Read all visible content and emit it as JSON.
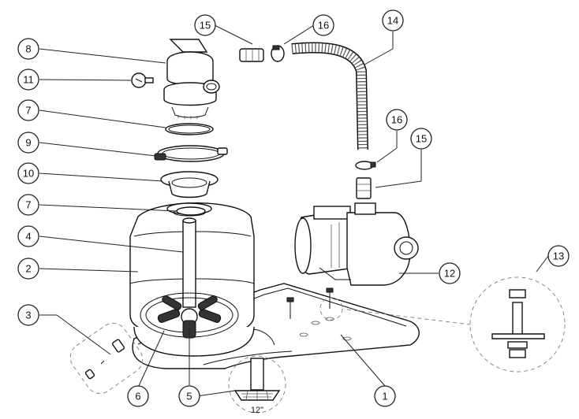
{
  "callouts": {
    "c1": "1",
    "c2": "2",
    "c3": "3",
    "c4": "4",
    "c5": "5",
    "c6": "6",
    "c7a": "7",
    "c7b": "7",
    "c8": "8",
    "c9": "9",
    "c10": "10",
    "c11": "11",
    "c12": "12",
    "c13": "13",
    "c14": "14",
    "c15a": "15",
    "c15b": "15",
    "c16a": "16",
    "c16b": "16"
  },
  "labels": {
    "lateral_size": "12\""
  }
}
